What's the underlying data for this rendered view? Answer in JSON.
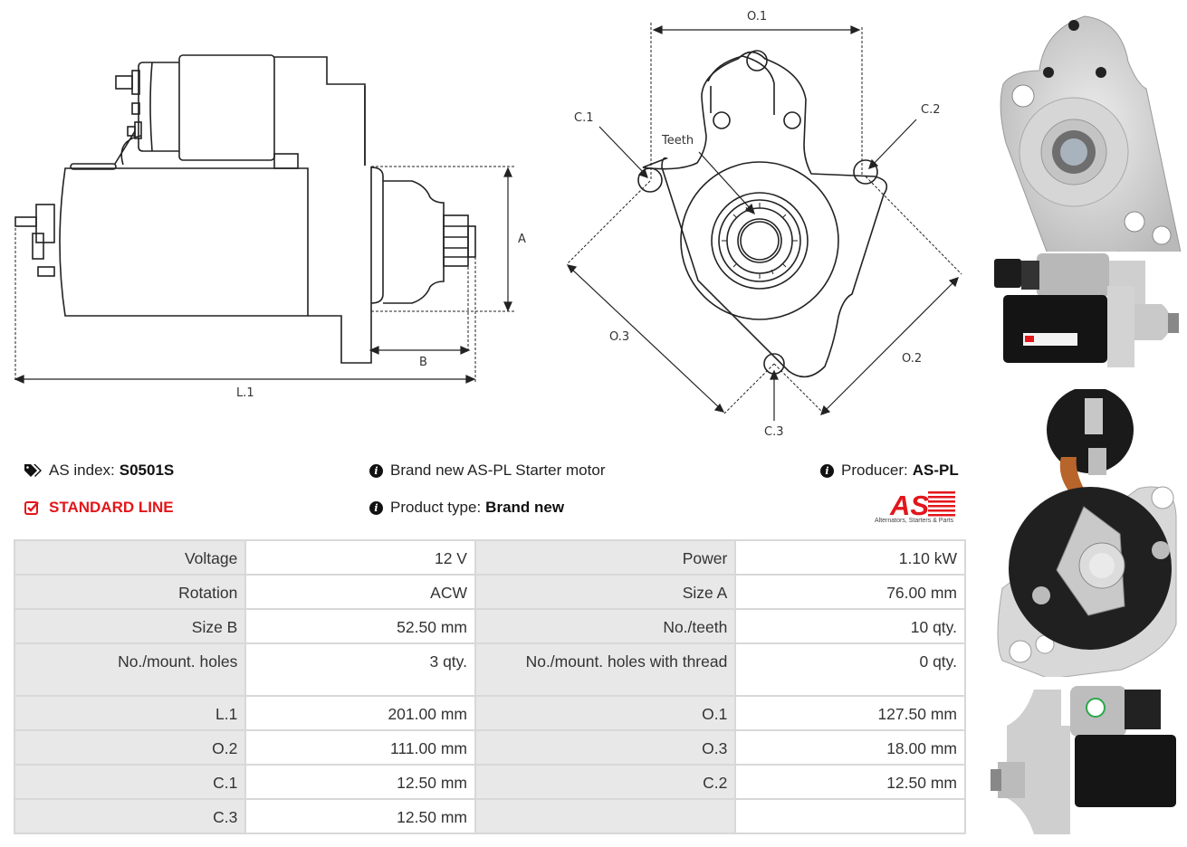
{
  "diagram_side": {
    "labels": {
      "a": "A",
      "b": "B",
      "l1": "L.1"
    }
  },
  "diagram_front": {
    "labels": {
      "o1": "O.1",
      "o2": "O.2",
      "o3": "O.3",
      "c1": "C.1",
      "c2": "C.2",
      "c3": "C.3",
      "teeth": "Teeth"
    }
  },
  "info": {
    "as_index_label": "AS index:",
    "as_index_value": "S0501S",
    "standard_line": "STANDARD LINE",
    "description": "Brand new AS-PL Starter motor",
    "product_type_label": "Product type:",
    "product_type_value": "Brand new",
    "producer_label": "Producer:",
    "producer_value": "AS-PL",
    "logo_text": "AS",
    "logo_tagline": "Alternators, Starters & Parts"
  },
  "colors": {
    "accent_red": "#e3161b",
    "label_bg": "#e8e8e8",
    "border": "#d8d8d8"
  },
  "specs": [
    [
      {
        "label": "Voltage",
        "value": "12 V"
      },
      {
        "label": "Power",
        "value": "1.10 kW"
      }
    ],
    [
      {
        "label": "Rotation",
        "value": "ACW"
      },
      {
        "label": "Size A",
        "value": "76.00 mm"
      }
    ],
    [
      {
        "label": "Size B",
        "value": "52.50 mm"
      },
      {
        "label": "No./teeth",
        "value": "10 qty."
      }
    ],
    [
      {
        "label": "No./mount. holes",
        "value": "3 qty."
      },
      {
        "label": "No./mount. holes with thread",
        "value": "0 qty."
      }
    ],
    [
      {
        "label": "L.1",
        "value": "201.00 mm"
      },
      {
        "label": "O.1",
        "value": "127.50 mm"
      }
    ],
    [
      {
        "label": "O.2",
        "value": "111.00 mm"
      },
      {
        "label": "O.3",
        "value": "18.00 mm"
      }
    ],
    [
      {
        "label": "C.1",
        "value": "12.50 mm"
      },
      {
        "label": "C.2",
        "value": "12.50 mm"
      }
    ],
    [
      {
        "label": "C.3",
        "value": "12.50 mm"
      },
      {
        "label": "",
        "value": ""
      }
    ]
  ],
  "photos": [
    {
      "name": "front-view-photo"
    },
    {
      "name": "side-view-photo"
    },
    {
      "name": "rear-view-photo"
    },
    {
      "name": "side-view-mirrored-photo"
    }
  ]
}
